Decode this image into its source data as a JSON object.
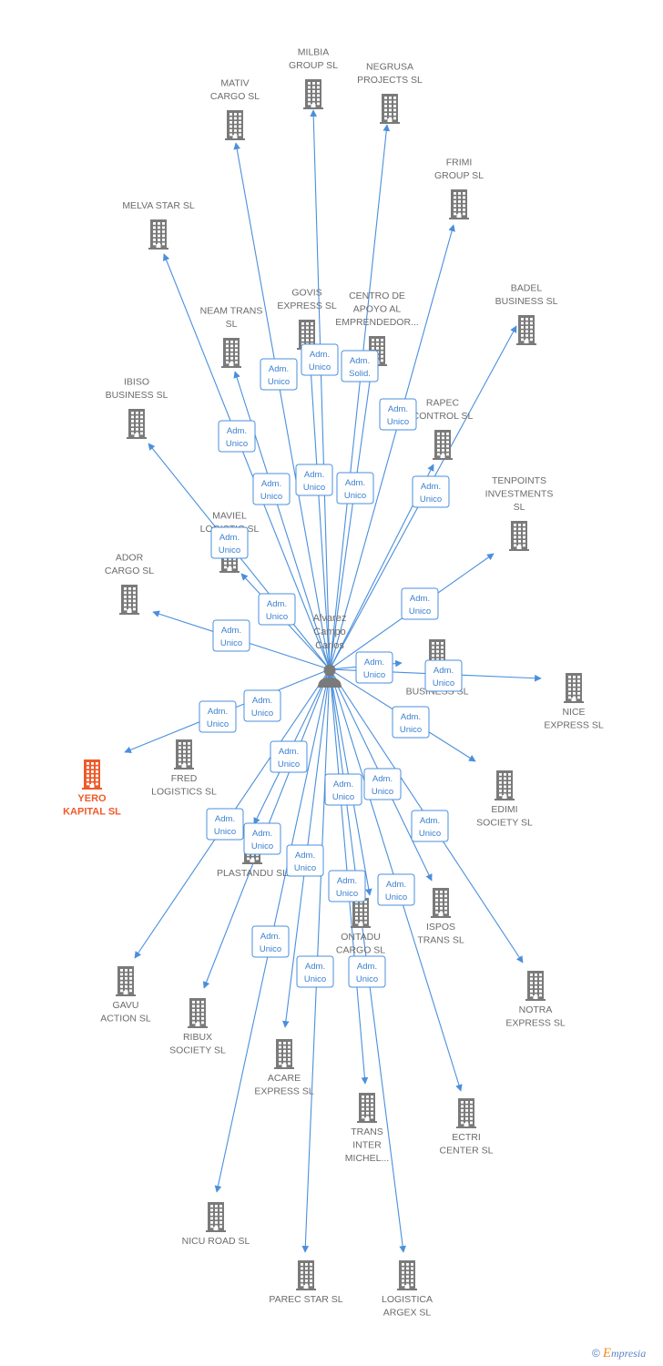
{
  "center": {
    "name_lines": [
      "Alvarez",
      "Campo",
      "Carlos"
    ]
  },
  "colors": {
    "edge": "#4a8fdc",
    "building": "#7a7a7a",
    "highlight": "#ef5a2a",
    "text": "#6b6b6b"
  },
  "icons": {
    "company": "building-icon",
    "person": "person-icon"
  },
  "companies": [
    {
      "id": "milbia",
      "lines": [
        "MILBIA",
        "GROUP  SL"
      ],
      "badge": "",
      "highlight": false
    },
    {
      "id": "mativ",
      "lines": [
        "MATIV",
        "CARGO  SL"
      ],
      "badge": "Adm. Unico",
      "highlight": false
    },
    {
      "id": "negrusa",
      "lines": [
        "NEGRUSA",
        "PROJECTS  SL"
      ],
      "badge": "Adm. Unico",
      "highlight": false
    },
    {
      "id": "frimi",
      "lines": [
        "FRIMI",
        "GROUP  SL"
      ],
      "badge": "Adm. Unico",
      "highlight": false
    },
    {
      "id": "melva",
      "lines": [
        "MELVA STAR  SL"
      ],
      "badge": "Adm. Unico",
      "highlight": false
    },
    {
      "id": "badel",
      "lines": [
        "BADEL",
        "BUSINESS  SL"
      ],
      "badge": "Adm. Unico",
      "highlight": false
    },
    {
      "id": "govis",
      "lines": [
        "GOVIS",
        "EXPRESS  SL"
      ],
      "badge": "Adm. Unico",
      "highlight": false
    },
    {
      "id": "centro",
      "lines": [
        "CENTRO DE",
        "APOYO AL",
        "EMPRENDEDOR..."
      ],
      "badge": "Adm. Solid.",
      "highlight": false
    },
    {
      "id": "neam",
      "lines": [
        "NEAM TRANS",
        "SL"
      ],
      "badge": "Adm. Unico",
      "highlight": false
    },
    {
      "id": "ibiso",
      "lines": [
        "IBISO",
        "BUSINESS  SL"
      ],
      "badge": "Adm. Unico",
      "highlight": false
    },
    {
      "id": "rapec",
      "lines": [
        "RAPEC",
        "CONTROL  SL"
      ],
      "badge": "Adm. Unico",
      "highlight": false
    },
    {
      "id": "tenpoints",
      "lines": [
        "TENPOINTS",
        "INVESTMENTS",
        "SL"
      ],
      "badge": "Adm. Unico",
      "highlight": false
    },
    {
      "id": "maviel",
      "lines": [
        "MAVIEL",
        "LOGISTIC  SL"
      ],
      "badge": "Adm. Unico",
      "highlight": false
    },
    {
      "id": "ador",
      "lines": [
        "ADOR",
        "CARGO  SL"
      ],
      "badge": "Adm. Unico",
      "highlight": false
    },
    {
      "id": "min",
      "lines": [
        "MIN",
        "BUSINESS  SL"
      ],
      "badge": "Adm. Unico",
      "highlight": false
    },
    {
      "id": "nice",
      "lines": [
        "NICE",
        "EXPRESS  SL"
      ],
      "badge": "Adm. Unico",
      "highlight": false
    },
    {
      "id": "yero",
      "lines": [
        "YERO",
        "KAPITAL  SL"
      ],
      "badge": "Adm. Unico",
      "highlight": true
    },
    {
      "id": "fred",
      "lines": [
        "FRED",
        "LOGISTICS  SL"
      ],
      "badge": "Adm. Unico",
      "highlight": false
    },
    {
      "id": "edimi",
      "lines": [
        "EDIMI",
        "SOCIETY  SL"
      ],
      "badge": "Adm. Unico",
      "highlight": false
    },
    {
      "id": "plastandu",
      "lines": [
        "PLASTANDU  SL"
      ],
      "badge": "Adm. Unico",
      "highlight": false
    },
    {
      "id": "ontadu",
      "lines": [
        "ONTADU",
        "CARGO  SL"
      ],
      "badge": "Adm. Unico",
      "highlight": false
    },
    {
      "id": "ispos",
      "lines": [
        "ISPOS",
        "TRANS  SL"
      ],
      "badge": "Adm. Unico",
      "highlight": false
    },
    {
      "id": "gavu",
      "lines": [
        "GAVU",
        "ACTION  SL"
      ],
      "badge": "Adm. Unico",
      "highlight": false
    },
    {
      "id": "ribux",
      "lines": [
        "RIBUX",
        "SOCIETY  SL"
      ],
      "badge": "Adm. Unico",
      "highlight": false
    },
    {
      "id": "notra",
      "lines": [
        "NOTRA",
        "EXPRESS  SL"
      ],
      "badge": "Adm. Unico",
      "highlight": false
    },
    {
      "id": "acare",
      "lines": [
        "ACARE",
        "EXPRESS  SL"
      ],
      "badge": "Adm. Unico",
      "highlight": false
    },
    {
      "id": "trans",
      "lines": [
        "TRANS",
        "INTER",
        "MICHEL..."
      ],
      "badge": "Adm. Unico",
      "highlight": false
    },
    {
      "id": "ectri",
      "lines": [
        "ECTRI",
        "CENTER  SL"
      ],
      "badge": "Adm. Unico",
      "highlight": false
    },
    {
      "id": "nicu",
      "lines": [
        "NICU ROAD  SL"
      ],
      "badge": "Adm. Unico",
      "highlight": false
    },
    {
      "id": "parec",
      "lines": [
        "PAREC STAR  SL"
      ],
      "badge": "Adm. Unico",
      "highlight": false
    },
    {
      "id": "logistica",
      "lines": [
        "LOGISTICA",
        "ARGEX  SL"
      ],
      "badge": "Adm. Unico",
      "highlight": false
    }
  ],
  "footer": {
    "copyright": "©",
    "brand": "mpresia",
    "brand_initial": "E"
  }
}
